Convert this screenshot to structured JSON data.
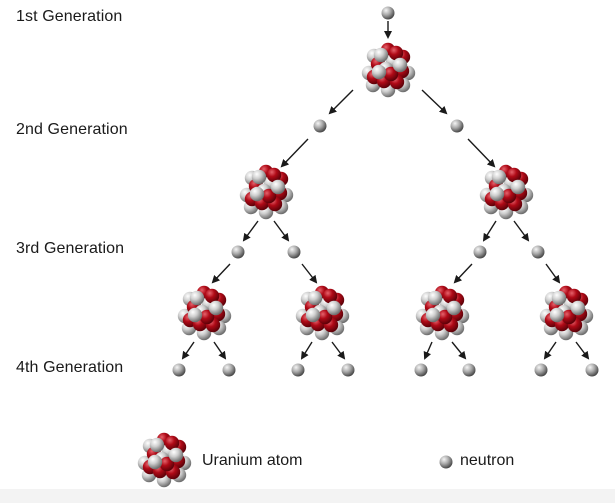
{
  "generations": {
    "first": "1st Generation",
    "second": "2nd Generation",
    "third": "3rd Generation",
    "fourth": "4th Generation"
  },
  "legend": {
    "uranium_label": "Uranium atom",
    "neutron_label": "neutron"
  },
  "colors": {
    "uranium_red": "#b00a17",
    "neutron_gray": "#c8c8c8",
    "arrow": "#1a1a1a"
  },
  "icons": {
    "uranium": "uranium-atom-icon",
    "neutron": "neutron-icon",
    "arrow": "arrow-icon"
  }
}
